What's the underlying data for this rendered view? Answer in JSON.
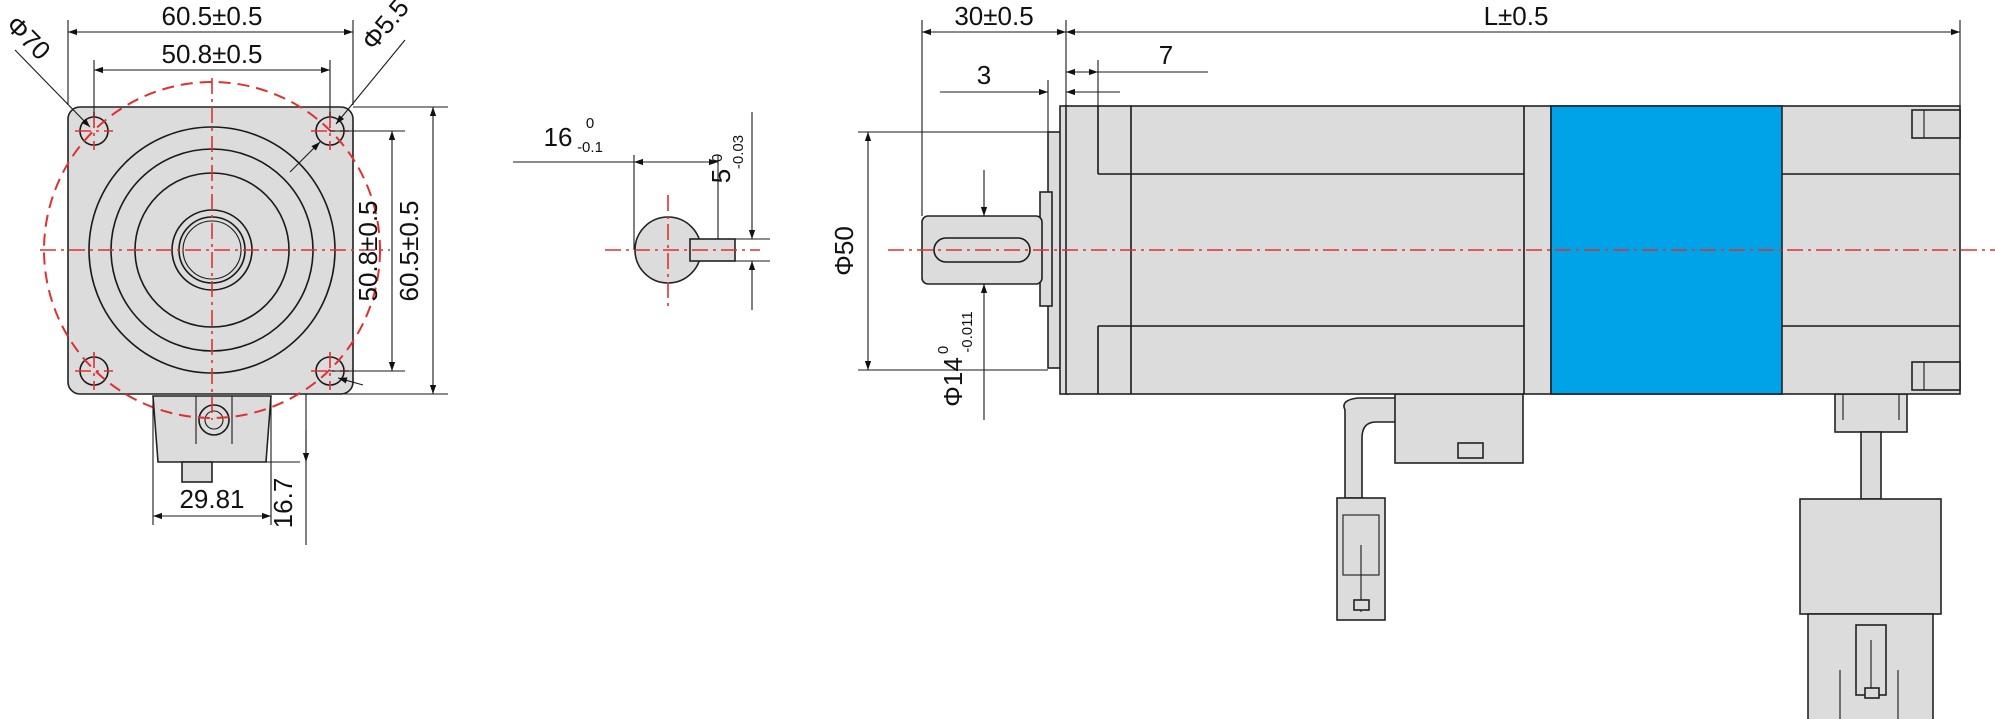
{
  "dimensions": {
    "overall_width": "60.5±0.5",
    "hole_spacing": "50.8±0.5",
    "pcd": "Φ70",
    "hole_dia": "Φ5.5",
    "side_hole_spacing": "50.8±0.5",
    "side_overall": "60.5±0.5",
    "connector_width": "29.81",
    "connector_height": "16.7",
    "key_length": "16",
    "key_length_upper": "0",
    "key_length_lower": "-0.1",
    "key_width": "5",
    "key_width_upper": "0",
    "key_width_lower": "-0.03",
    "shaft_length": "30±0.5",
    "flange_thickness": "3",
    "spigot_offset": "7",
    "body_length": "L±0.5",
    "spigot_dia": "Φ50",
    "shaft_dia": "Φ14",
    "shaft_dia_upper": "0",
    "shaft_dia_lower": "-0.011"
  },
  "colors": {
    "body_fill": "#dcdcdc",
    "label_band": "#00a2e8",
    "centerline": "#e03030",
    "line": "#1a1a1a"
  }
}
